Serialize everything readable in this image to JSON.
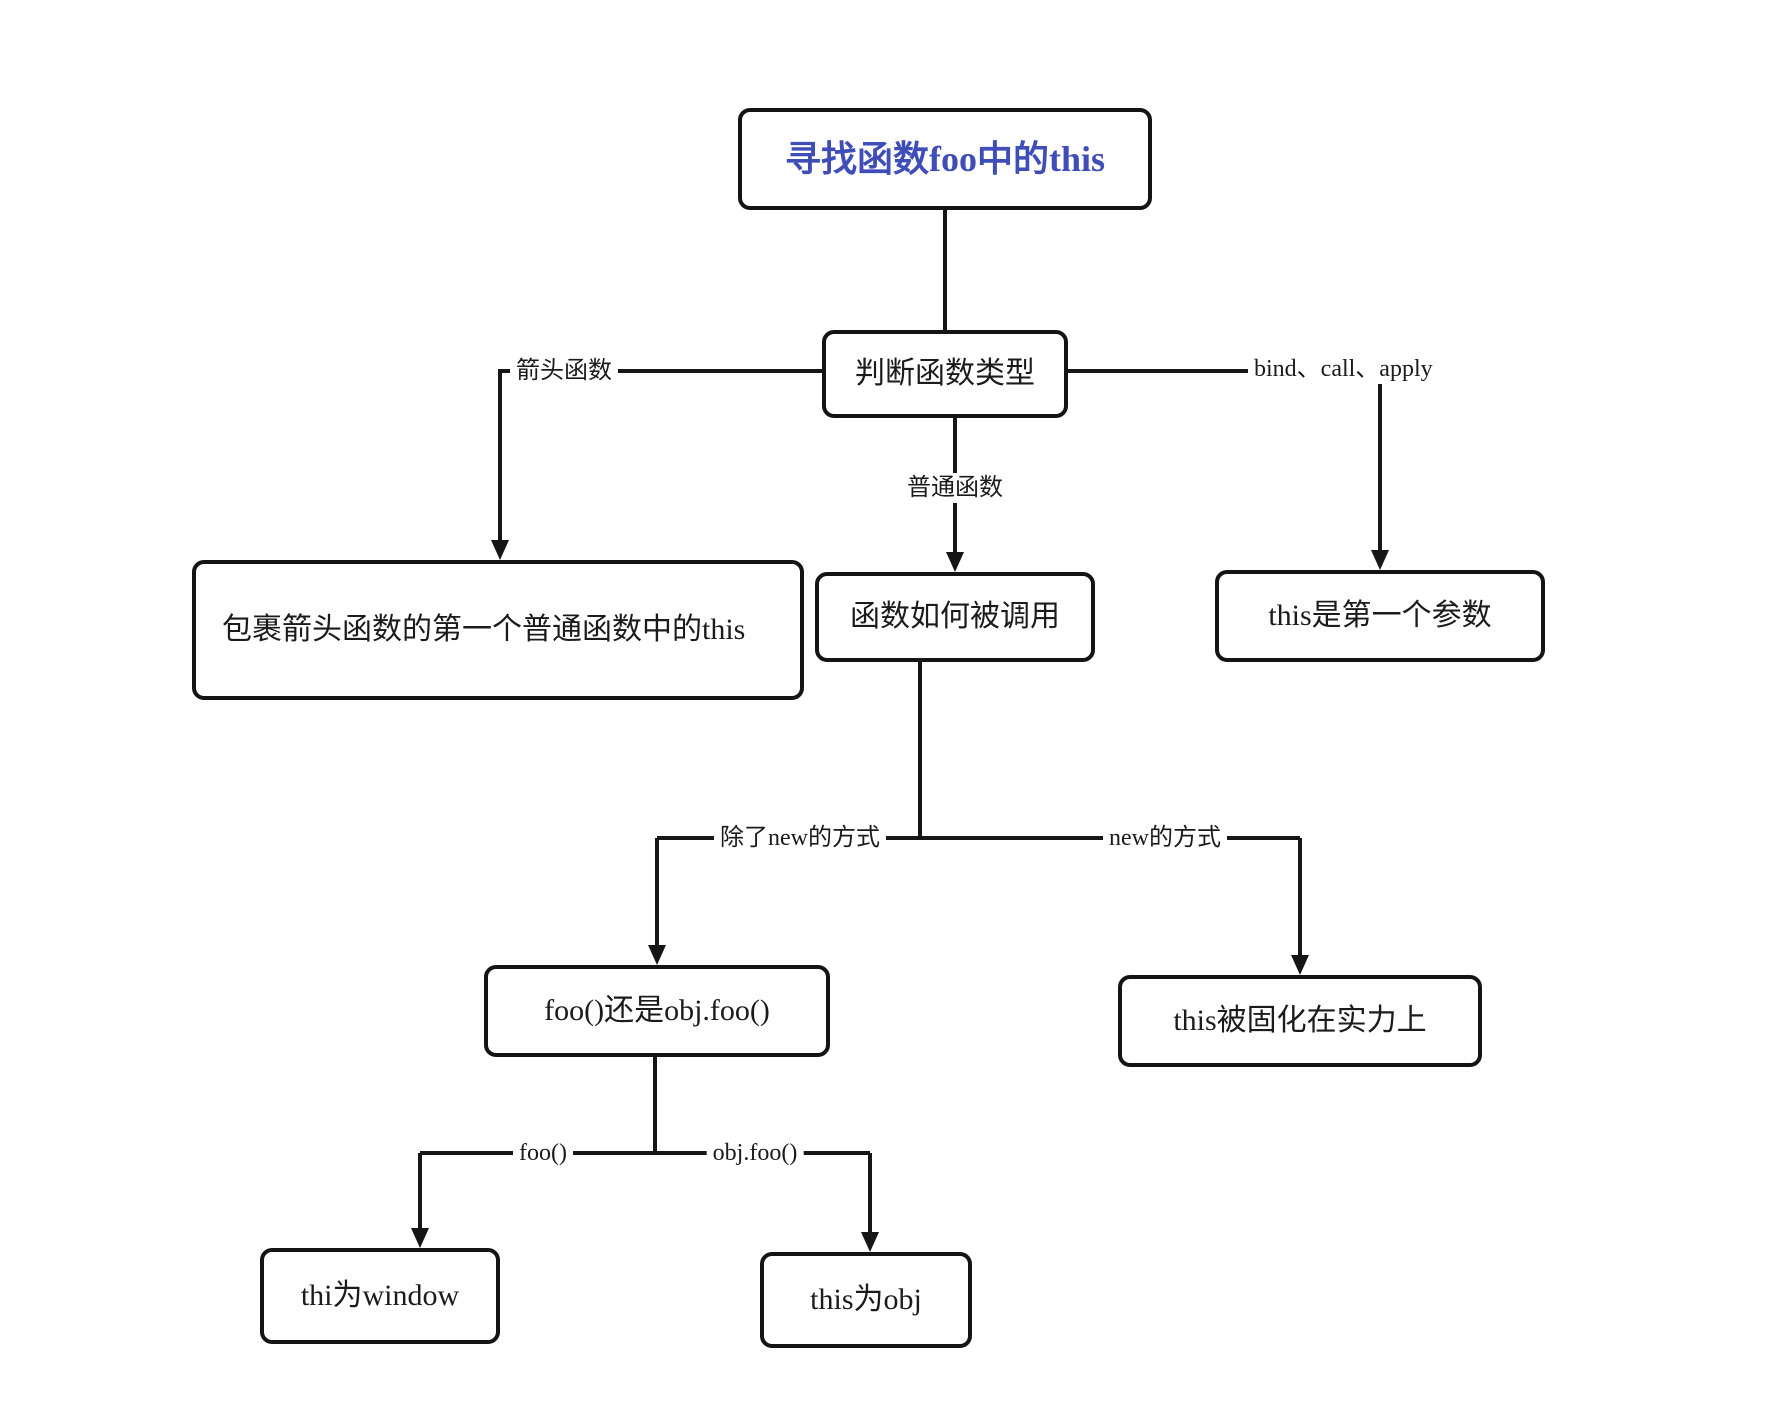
{
  "diagram": {
    "title_color": "#3f4db8",
    "nodes": {
      "root": "寻找函数foo中的this",
      "judge_type": "判断函数类型",
      "arrow_result": "包裹箭头函数的第一个普通函数中的this",
      "how_called": "函数如何被调用",
      "bind_result": "this是第一个参数",
      "call_form": "foo()还是obj.foo()",
      "new_result": "this被固化在实力上",
      "foo_result": "thi为window",
      "obj_result": "this为obj"
    },
    "edge_labels": {
      "arrow_fn": "箭头函数",
      "ordinary_fn": "普通函数",
      "bind_call_apply": "bind、call、apply",
      "not_new": "除了new的方式",
      "new_way": "new的方式",
      "foo_call": "foo()",
      "obj_foo_call": "obj.foo()"
    }
  }
}
